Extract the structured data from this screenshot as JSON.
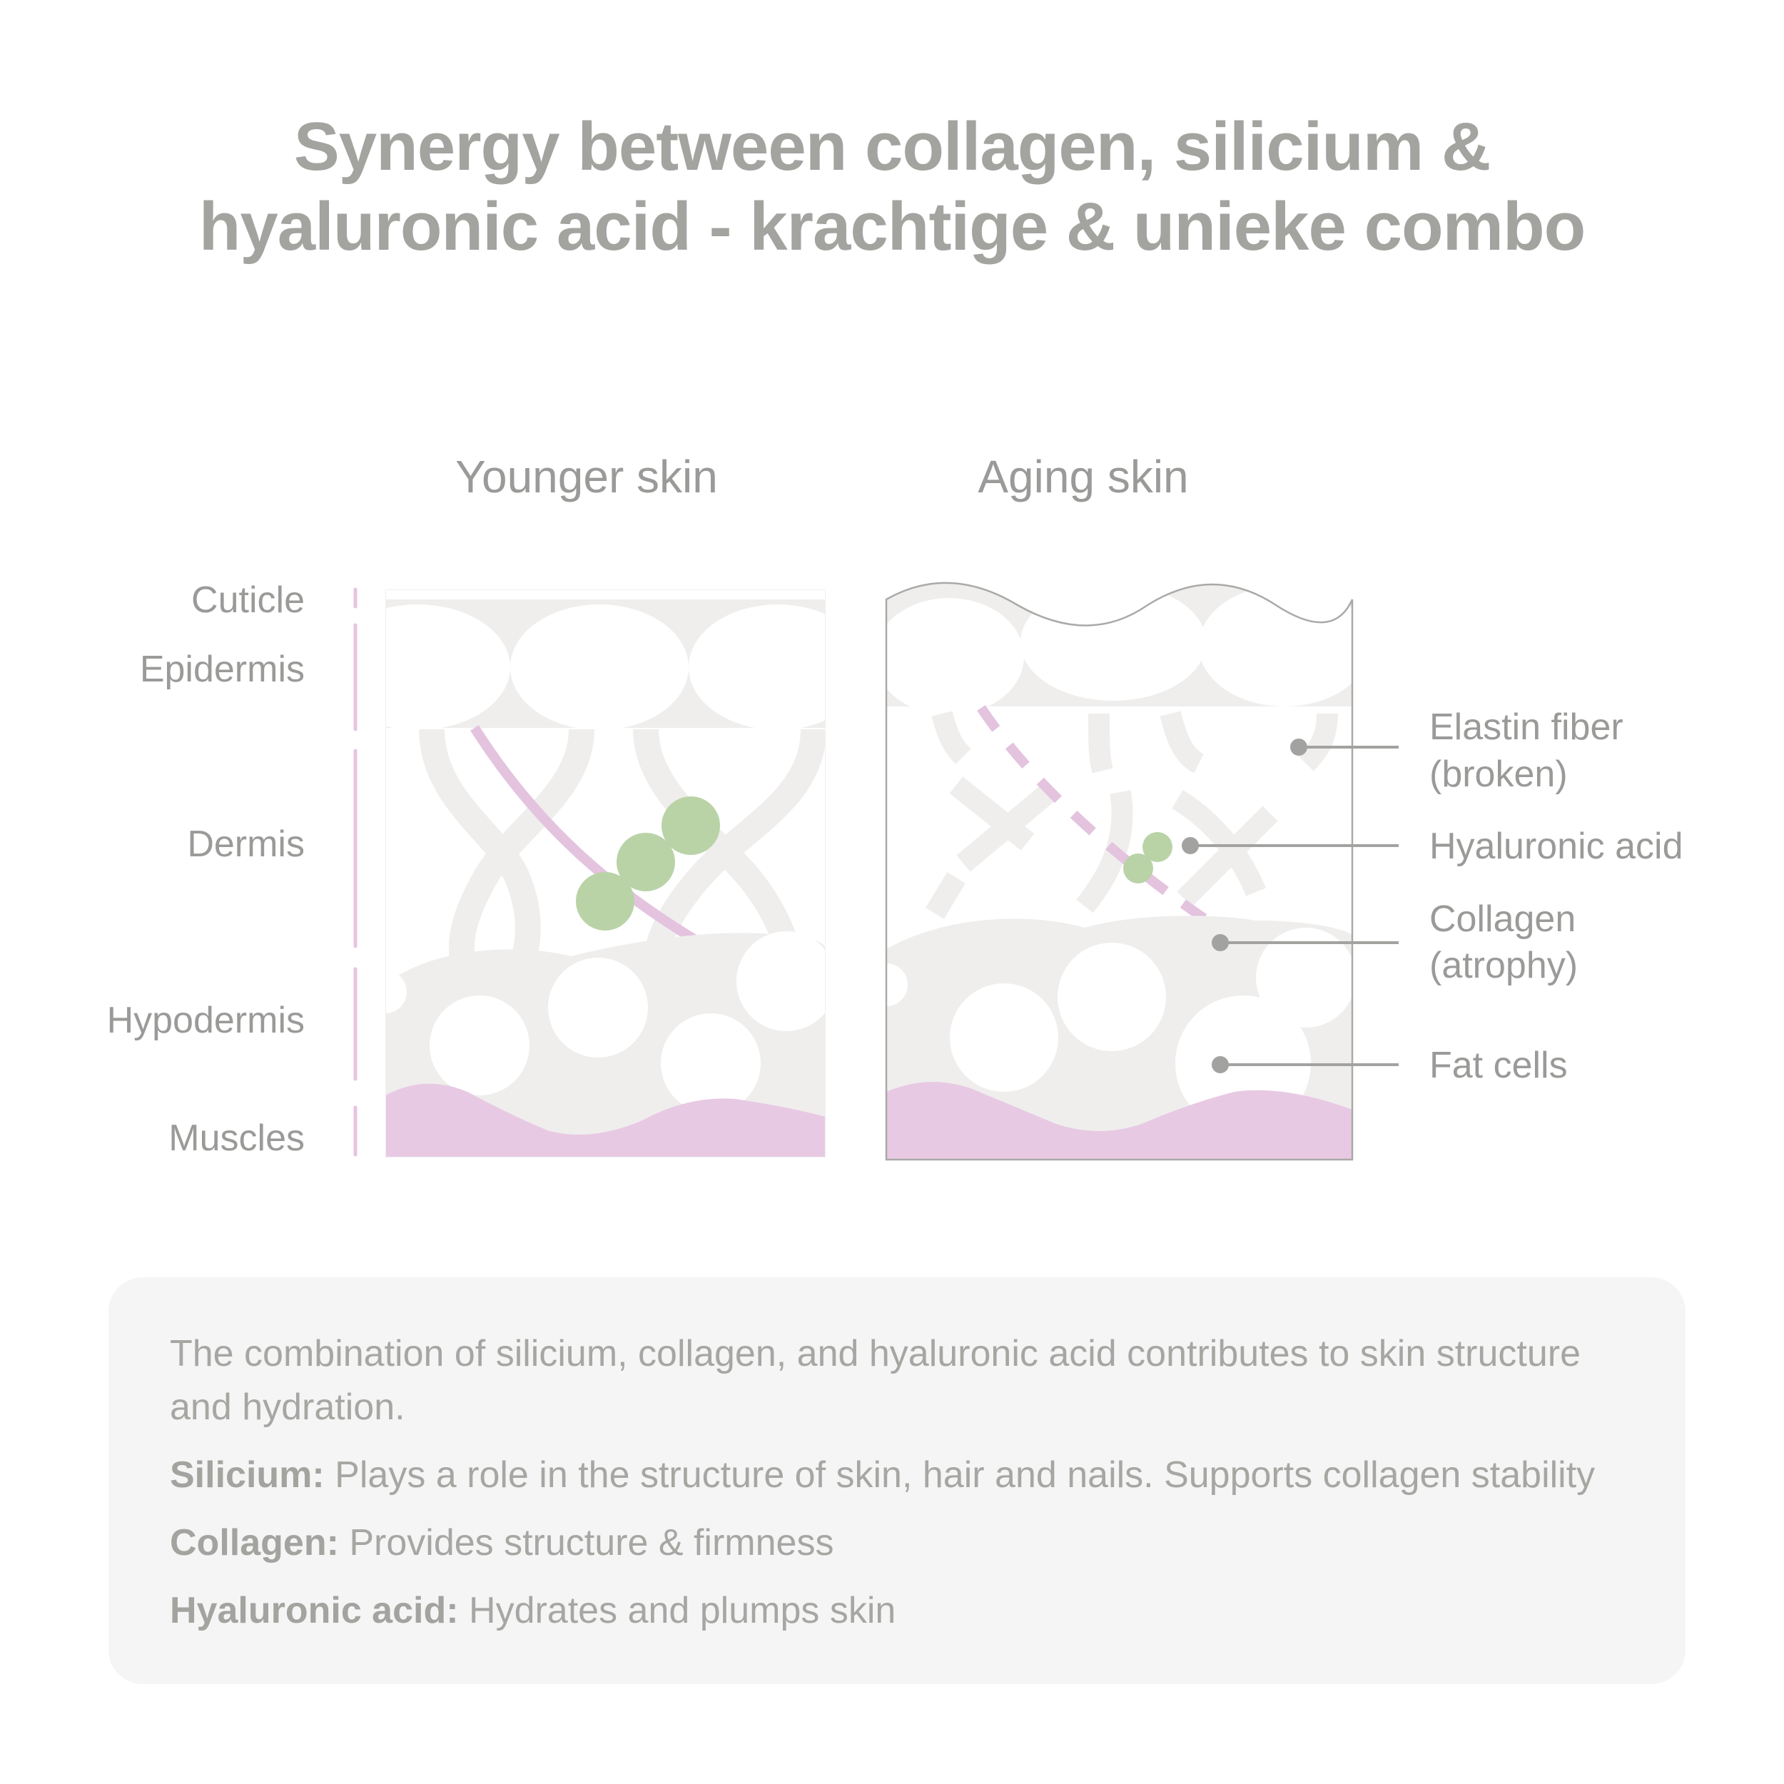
{
  "title": {
    "line1": "Synergy between collagen, silicium &",
    "line2": "hyaluronic acid - krachtige & unieke combo"
  },
  "panels": {
    "younger": "Younger skin",
    "aging": "Aging skin"
  },
  "layers": {
    "cuticle": "Cuticle",
    "epidermis": "Epidermis",
    "dermis": "Dermis",
    "hypodermis": "Hypodermis",
    "muscles": "Muscles"
  },
  "callouts": {
    "elastin_line1": "Elastin fiber",
    "elastin_line2": "(broken)",
    "hyaluronic": "Hyaluronic acid",
    "collagen_line1": "Collagen",
    "collagen_line2": "(atrophy)",
    "fat": "Fat cells"
  },
  "info": {
    "intro": "The combination of silicium, collagen, and hyaluronic acid contributes to skin structure and hydration.",
    "silicium_term": "Silicium:",
    "silicium_text": " Plays a role in the structure of skin, hair and nails. Supports collagen stability",
    "collagen_term": "Collagen:",
    "collagen_text": " Provides structure & firmness",
    "hyaluronic_term": "Hyaluronic acid:",
    "hyaluronic_text": " Hydrates and plumps skin"
  },
  "colors": {
    "text": "#9a9a98",
    "tissue": "#efeeed",
    "muscle": "#e8c9e3",
    "elastin": "#e4c3df",
    "hyaluronic": "#b9d3a7",
    "panel_bg": "#f5f5f5"
  }
}
